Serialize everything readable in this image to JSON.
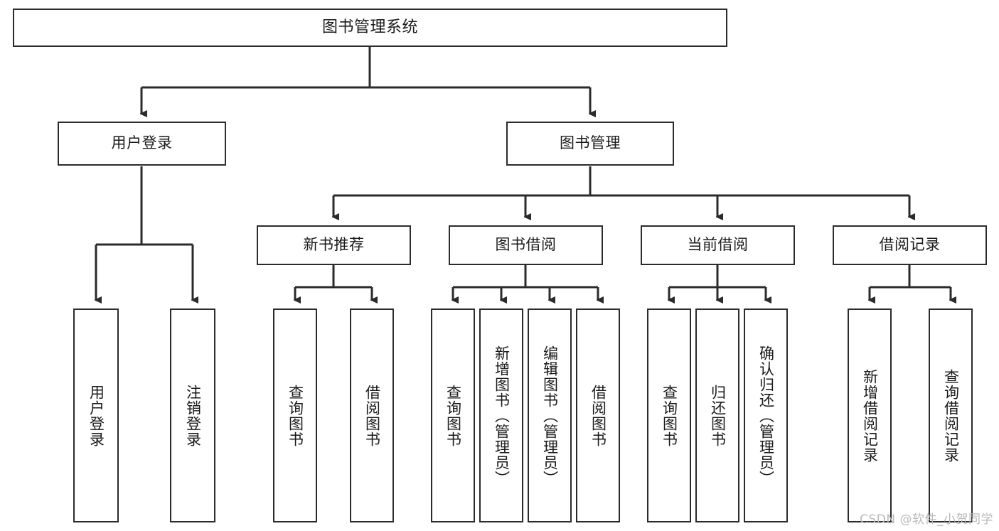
{
  "diagram": {
    "title": "图书管理系统",
    "type": "tree-hierarchy-diagram",
    "colors": {
      "background": "#ffffff",
      "box_border": "#2b2b2b",
      "box_fill": "#ffffff",
      "connector": "#2b2b2b",
      "text": "#1a1a1a",
      "watermark": "#b9b9b9"
    },
    "root": {
      "label": "图书管理系统"
    },
    "level2": [
      {
        "label": "用户登录"
      },
      {
        "label": "图书管理"
      }
    ],
    "level3": [
      {
        "label": "新书推荐"
      },
      {
        "label": "图书借阅"
      },
      {
        "label": "当前借阅"
      },
      {
        "label": "借阅记录"
      }
    ],
    "leaves": {
      "user_login": [
        {
          "label": "用户登录"
        },
        {
          "label": "注销登录"
        }
      ],
      "new_book_recommend": [
        {
          "label": "查询图书"
        },
        {
          "label": "借阅图书"
        }
      ],
      "book_borrow": [
        {
          "label": "查询图书"
        },
        {
          "label": "新增图书（管理员）"
        },
        {
          "label": "编辑图书（管理员）"
        },
        {
          "label": "借阅图书"
        }
      ],
      "current_borrow": [
        {
          "label": "查询图书"
        },
        {
          "label": "归还图书"
        },
        {
          "label": "确认归还（管理员）"
        }
      ],
      "borrow_record": [
        {
          "label": "新增借阅记录"
        },
        {
          "label": "查询借阅记录"
        }
      ]
    },
    "watermark": "CSDN @软件_小贺同学"
  }
}
